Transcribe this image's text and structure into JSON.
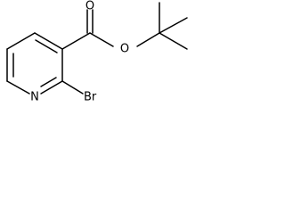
{
  "molecule": {
    "atoms": {
      "oxygen_carbonyl": "O",
      "oxygen_ester": "O",
      "nitrogen": "N",
      "bromine": "Br"
    }
  }
}
